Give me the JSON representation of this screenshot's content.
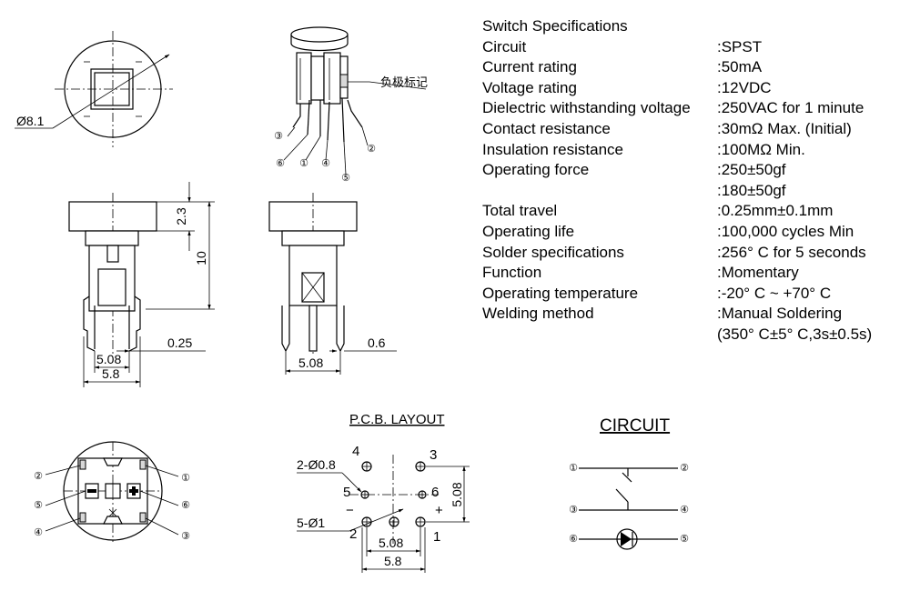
{
  "specifications": {
    "title": "Switch Specifications",
    "rows": [
      {
        "label": "Circuit",
        "value": ":SPST"
      },
      {
        "label": "Current rating",
        "value": ":50mA"
      },
      {
        "label": "Voltage rating",
        "value": ":12VDC"
      },
      {
        "label": "Dielectric withstanding voltage",
        "value": ":250VAC for 1 minute"
      },
      {
        "label": "Contact resistance",
        "value": ":30mΩ  Max. (Initial)"
      },
      {
        "label": "Insulation resistance",
        "value": ":100MΩ  Min."
      },
      {
        "label": "Operating force",
        "value": ":250±50gf"
      },
      {
        "label": "",
        "value": ":180±50gf"
      },
      {
        "label": "Total travel",
        "value": ":0.25mm±0.1mm"
      },
      {
        "label": "Operating life",
        "value": ":100,000 cycles Min"
      },
      {
        "label": "Solder specifications",
        "value": ":256° C for 5 seconds"
      },
      {
        "label": "Function",
        "value": ":Momentary"
      },
      {
        "label": "Operating temperature",
        "value": ":-20° C ~ +70° C"
      },
      {
        "label": "Welding method",
        "value": ":Manual Soldering"
      },
      {
        "label": "",
        "value": "(350° C±5° C,3s±0.5s)"
      }
    ]
  },
  "top_view": {
    "diameter_label": "Ø8.1"
  },
  "iso_view": {
    "marker_label": "负极标记",
    "pin_numbers": [
      "③",
      "⑥",
      "①",
      "④",
      "⑤",
      "②"
    ]
  },
  "front_view": {
    "height_cap": "2.3",
    "height_total": "10",
    "pin_width": "0.25",
    "pitch": "5.08",
    "body_width": "5.8"
  },
  "side_view": {
    "pin_width": "0.6",
    "pitch": "5.08"
  },
  "bottom_view": {
    "pin_numbers": [
      "②",
      "①",
      "⑤",
      "⑥",
      "④",
      "③"
    ]
  },
  "pcb_layout": {
    "title": "P.C.B. LAYOUT",
    "small_hole": "2-Ø0.8",
    "large_hole": "5-Ø1",
    "pins": [
      "4",
      "3",
      "5",
      "6",
      "2",
      "1"
    ],
    "minus": "−",
    "plus": "+",
    "vertical_pitch": "5.08",
    "pitch": "5.08",
    "width": "5.8"
  },
  "circuit": {
    "title": "CIRCUIT",
    "pins": [
      "①",
      "②",
      "③",
      "④",
      "⑥",
      "⑤"
    ]
  }
}
